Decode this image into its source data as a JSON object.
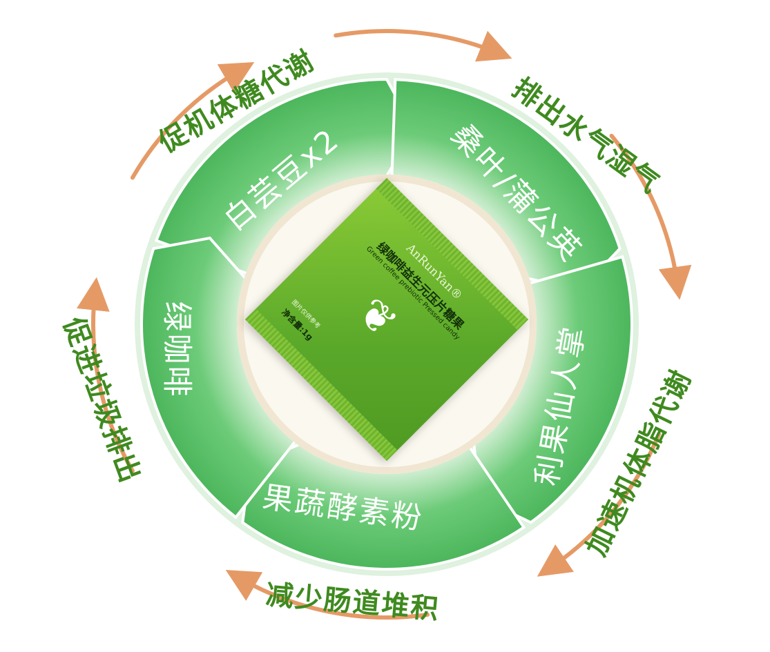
{
  "benefits": {
    "top_left": "促机体糖代谢",
    "top_right": "排出水气湿气",
    "right": "加速机体脂代谢",
    "bottom": "减少肠道堆积",
    "left": "促进垃圾排出"
  },
  "ingredients": {
    "white_kidney_bean": "白芸豆x2",
    "mulberry_dandelion": "桑叶/蒲公英",
    "prickly_pear": "利果仙人掌",
    "fruit_enzyme": "果蔬酵素粉",
    "green_coffee": "绿咖啡"
  },
  "packet": {
    "brand": "AnRunYan®",
    "name": "绿咖啡益生元压片糖果",
    "english": "Green coffee prebiotic Pressed candy",
    "note": "图片仅供参考",
    "net": "净含量:1g"
  },
  "colors": {
    "green": "#3f8a1f",
    "arrow": "#e59a66",
    "ring": "#5cc36a"
  }
}
